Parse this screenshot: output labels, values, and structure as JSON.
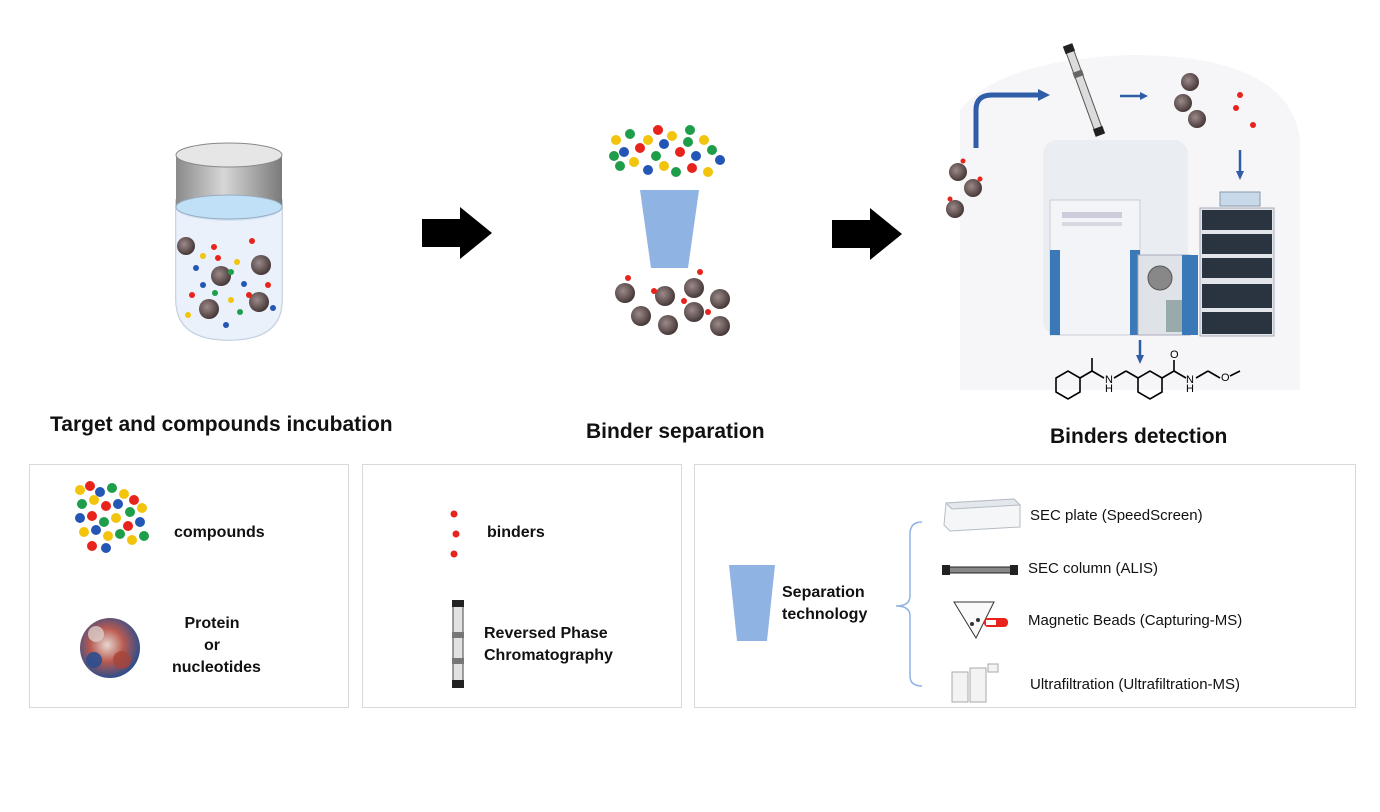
{
  "stages": [
    {
      "title": "Target and compounds incubation"
    },
    {
      "title": "Binder separation"
    },
    {
      "title": "Binders detection"
    }
  ],
  "legend": {
    "compounds_label": "compounds",
    "protein_label_line1": "Protein",
    "protein_label_line2": "or",
    "protein_label_line3": "nucleotides",
    "binders_label": "binders",
    "rp_label_line1": "Reversed Phase",
    "rp_label_line2": "Chromatography",
    "separation_label_line1": "Separation",
    "separation_label_line2": "technology",
    "techniques": [
      {
        "label": "SEC plate (SpeedScreen)",
        "icon": "sec-plate-icon"
      },
      {
        "label": "SEC column  (ALIS)",
        "icon": "sec-column-icon"
      },
      {
        "label": "Magnetic Beads (Capturing-MS)",
        "icon": "magnetic-beads-icon"
      },
      {
        "label": "Ultrafiltration  (Ultrafiltration-MS)",
        "icon": "ultrafiltration-icon"
      }
    ]
  },
  "colors": {
    "compound_red": "#e8231c",
    "compound_green": "#1e9e4a",
    "compound_blue": "#2456b5",
    "compound_yellow": "#f2c40c",
    "separation_blue": "#8fb3e3",
    "flow_arrow": "#2f5da8",
    "protein_dark": "#4a3a3a"
  }
}
